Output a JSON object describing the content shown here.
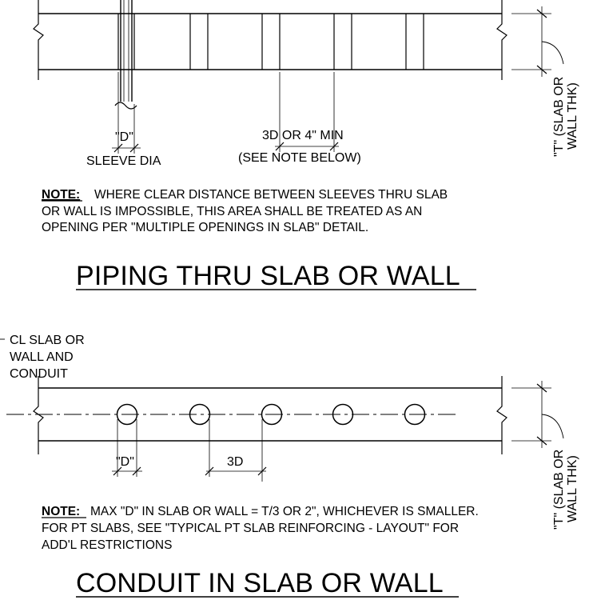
{
  "piping": {
    "label_d": "\"D\"",
    "label_sleeve_dia": "SLEEVE DIA",
    "label_spacing": "3D OR 4\" MIN",
    "label_spacing_note": "(SEE NOTE BELOW)",
    "label_thickness_line1": "\"T\" (SLAB OR",
    "label_thickness_line2": "WALL THK)",
    "note_head": "NOTE:",
    "note_line1": "WHERE CLEAR DISTANCE BETWEEN SLEEVES THRU SLAB",
    "note_line2": "OR WALL IS IMPOSSIBLE, THIS AREA SHALL BE TREATED AS AN",
    "note_line3": "OPENING PER \"MULTIPLE OPENINGS IN SLAB\" DETAIL.",
    "title": "PIPING THRU SLAB OR WALL"
  },
  "conduit": {
    "label_cl_line1": "CL SLAB OR",
    "label_cl_line2": "WALL AND",
    "label_cl_line3": "CONDUIT",
    "label_d": "\"D\"",
    "label_spacing": "3D",
    "label_thickness_line1": "\"T\" (SLAB OR",
    "label_thickness_line2": "WALL THK)",
    "note_head": "NOTE:",
    "note_line1": "MAX \"D\" IN SLAB OR WALL = T/3 OR 2\", WHICHEVER IS SMALLER.",
    "note_line2": "FOR PT SLABS, SEE \"TYPICAL PT SLAB REINFORCING - LAYOUT\" FOR",
    "note_line3": "ADD'L RESTRICTIONS",
    "title": "CONDUIT IN SLAB OR WALL"
  }
}
